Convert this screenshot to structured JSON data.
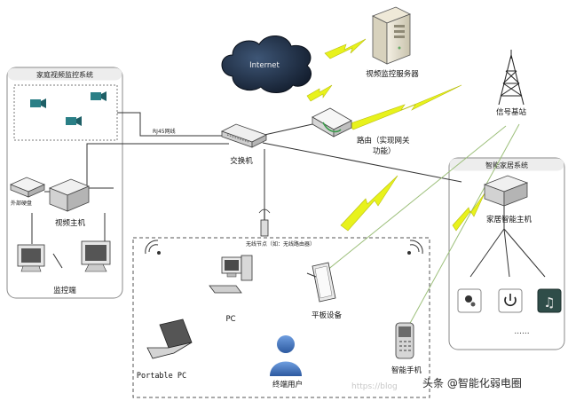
{
  "panels": {
    "home_surveillance_title": "家庭视频监控系统",
    "smart_home_title": "智能家居系统"
  },
  "labels": {
    "internet": "Internet",
    "video_server": "视频监控服务器",
    "router_line1": "路由（实现网关",
    "router_line2": "功能）",
    "base_station": "信号基站",
    "switch": "交换机",
    "rj45": "RJ45网线",
    "external_disk": "外部硬盘",
    "video_host": "视频主机",
    "monitor_terminal": "监控端",
    "wireless_node": "无线节点（如：无线路由器）",
    "pc": "PC",
    "tablet": "平板设备",
    "portable_pc": "Portable PC",
    "terminal_user": "终端用户",
    "smartphone": "智能手机",
    "home_smart_host": "家居智能主机",
    "ellipsis": "......"
  },
  "watermark": {
    "blog": "https://blog",
    "brand": "头条 @智能化弱电圈"
  },
  "colors": {
    "lightning": "#e8f21c",
    "lightning_stroke": "#b9bf10",
    "wire": "#333333",
    "wireless_line": "#8fb86b",
    "cloud": "#1f2f48",
    "camera": "#2a7f86",
    "user": "#3c6fb0"
  },
  "icons": [
    "internet-cloud-icon",
    "server-icon",
    "router-icon",
    "tower-icon",
    "switch-icon",
    "camera-icon",
    "disk-icon",
    "host-icon",
    "monitor-icon",
    "antenna-icon",
    "pc-icon",
    "tablet-icon",
    "laptop-icon",
    "user-icon",
    "phone-icon",
    "sensor-icon",
    "power-icon",
    "music-icon",
    "lightning-icon"
  ]
}
